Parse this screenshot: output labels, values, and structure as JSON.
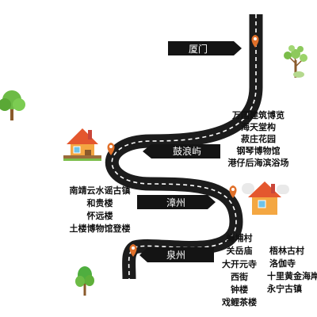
{
  "colors": {
    "road": "#1c1c1c",
    "road_dash": "#ffffff",
    "sign": "#141414",
    "pin": "#e0702a",
    "tree_green": "#6dbb46",
    "house_wall": "#f4a742",
    "house_roof": "#e4572e"
  },
  "stops": [
    {
      "name": "厦门",
      "attractions": []
    },
    {
      "name": "鼓浪屿",
      "attractions": [
        "万国建筑博览",
        "海天堂构",
        "菽庄花园",
        "钢琴博物馆",
        "港仔后海滨浴场"
      ]
    },
    {
      "name": "漳州",
      "attractions": [
        "南靖云水谣古镇",
        "和贵楼",
        "怀远楼",
        "土楼博物馆登楼"
      ]
    },
    {
      "name": "泉州",
      "attractions": [
        "蟳埔村",
        "关岳庙",
        "大开元寺",
        "西街",
        "钟楼",
        "戏鲤茶楼"
      ],
      "more_attractions": [
        "梧林古村",
        "洛伽寺",
        "十里黄金海岸",
        "永宁古镇"
      ]
    }
  ]
}
